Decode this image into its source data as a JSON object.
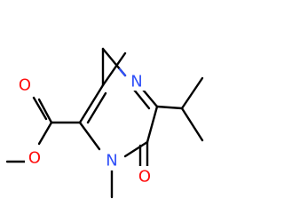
{
  "molecule": {
    "atoms": {
      "ring_n_top": {
        "symbol": "N",
        "color": "#3050f8"
      },
      "ring_n_bottom": {
        "symbol": "N",
        "color": "#3050f8"
      },
      "carbonyl_o": {
        "symbol": "O",
        "color": "#ff0d0d"
      },
      "ester_o_double": {
        "symbol": "O",
        "color": "#ff0d0d"
      },
      "ester_o_single": {
        "symbol": "O",
        "color": "#ff0d0d"
      }
    }
  }
}
